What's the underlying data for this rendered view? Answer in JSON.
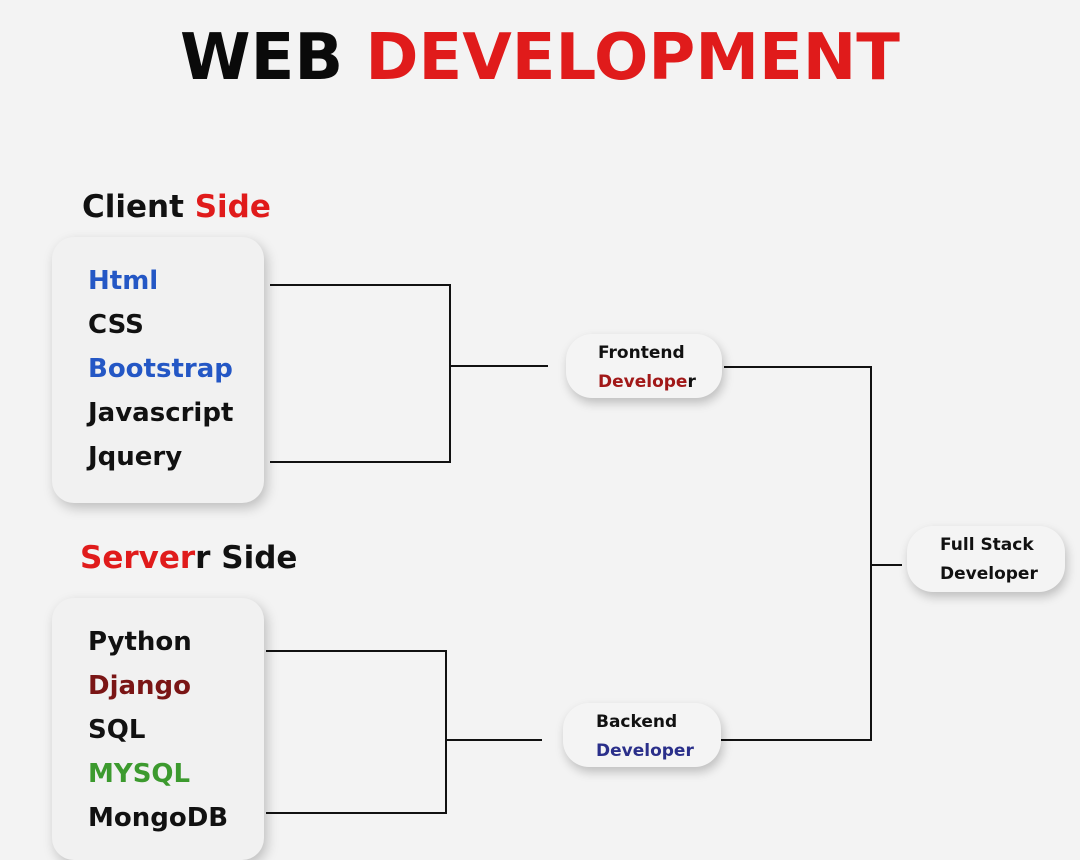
{
  "title": {
    "word1": "WEB",
    "word2": "DEVELOPMENT"
  },
  "client_side": {
    "heading_part1": "Client",
    "heading_part2": "Side",
    "items": [
      {
        "label": "Html",
        "color": "#2457c5"
      },
      {
        "label": "CSS",
        "color": "#111111"
      },
      {
        "label": "Bootstrap",
        "color": "#2457c5"
      },
      {
        "label": "Javascript",
        "color": "#111111"
      },
      {
        "label": "Jquery",
        "color": "#111111"
      }
    ]
  },
  "server_side": {
    "heading_part1": "Server",
    "heading_part2": "Side",
    "items": [
      {
        "label": "Python",
        "color": "#111111"
      },
      {
        "label": "Django",
        "color": "#7a1515"
      },
      {
        "label": "SQL",
        "color": "#111111"
      },
      {
        "label": "MYSQL",
        "color": "#3c9a2e"
      },
      {
        "label": "MongoDB",
        "color": "#111111"
      }
    ]
  },
  "frontend_node": {
    "line1": "Frontend",
    "line2_colored": "Develope",
    "line2_tail": "r"
  },
  "backend_node": {
    "line1": "Backend",
    "line2": "Developer"
  },
  "fullstack_node": {
    "line1": "Full Stack",
    "line2": "Developer"
  },
  "colors": {
    "accent_red": "#e01b1b",
    "dark_red": "#a11818",
    "blue": "#2457c5",
    "navy": "#2a2f8a",
    "green": "#3c9a2e",
    "background": "#f3f3f3"
  }
}
